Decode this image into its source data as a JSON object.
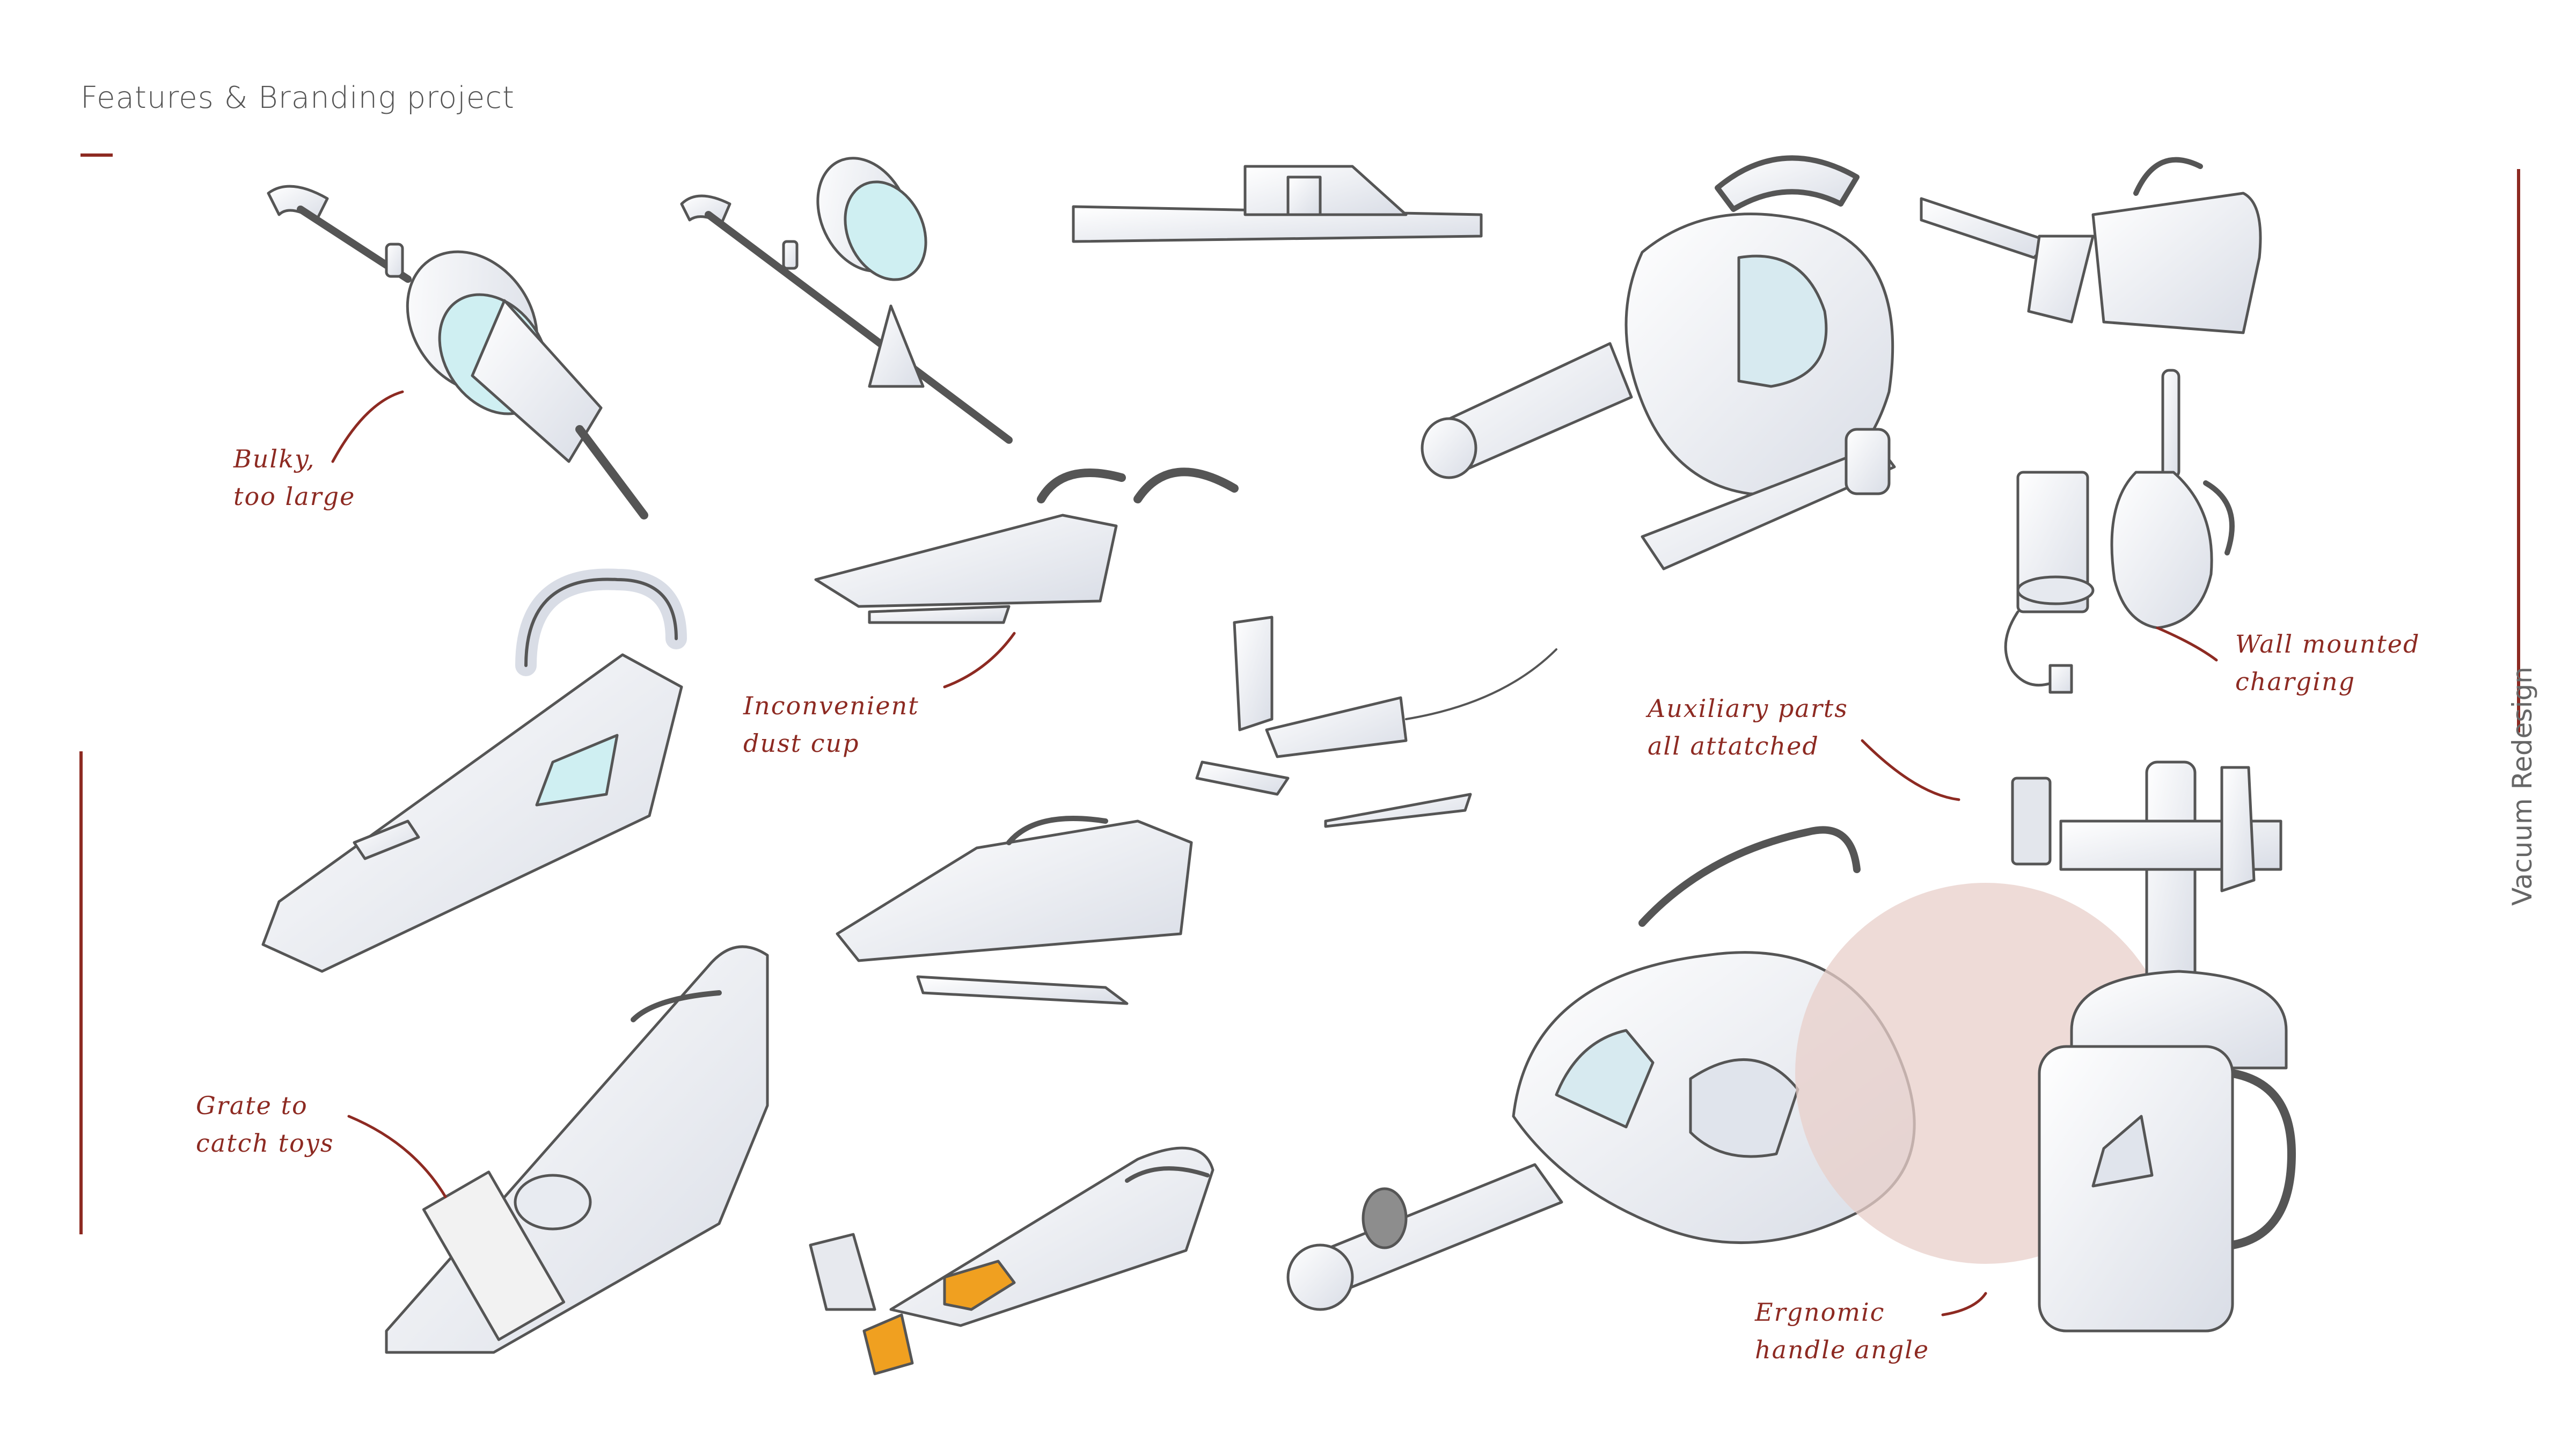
{
  "header": {
    "title": "Features & Branding project"
  },
  "side_label": "Vacuum Redesign",
  "annotations": {
    "bulky": {
      "line1": "Bulky,",
      "line2": "too large"
    },
    "inconvenient": {
      "line1": "Inconvenient",
      "line2": "dust cup"
    },
    "wall": {
      "line1": "Wall mounted",
      "line2": "charging"
    },
    "auxiliary": {
      "line1": "Auxiliary parts",
      "line2": "all attatched"
    },
    "grate": {
      "line1": "Grate to",
      "line2": "catch toys"
    },
    "ergonomic": {
      "line1": "Ergnomic",
      "line2": "handle angle"
    }
  },
  "colors": {
    "accent": "#8d2a22",
    "sketch_line": "#555555",
    "sketch_fill": "#eceef3",
    "highlight_circle": "#e8cfca",
    "orange_marker": "#f0a020",
    "teal_marker": "#9fdde0"
  }
}
